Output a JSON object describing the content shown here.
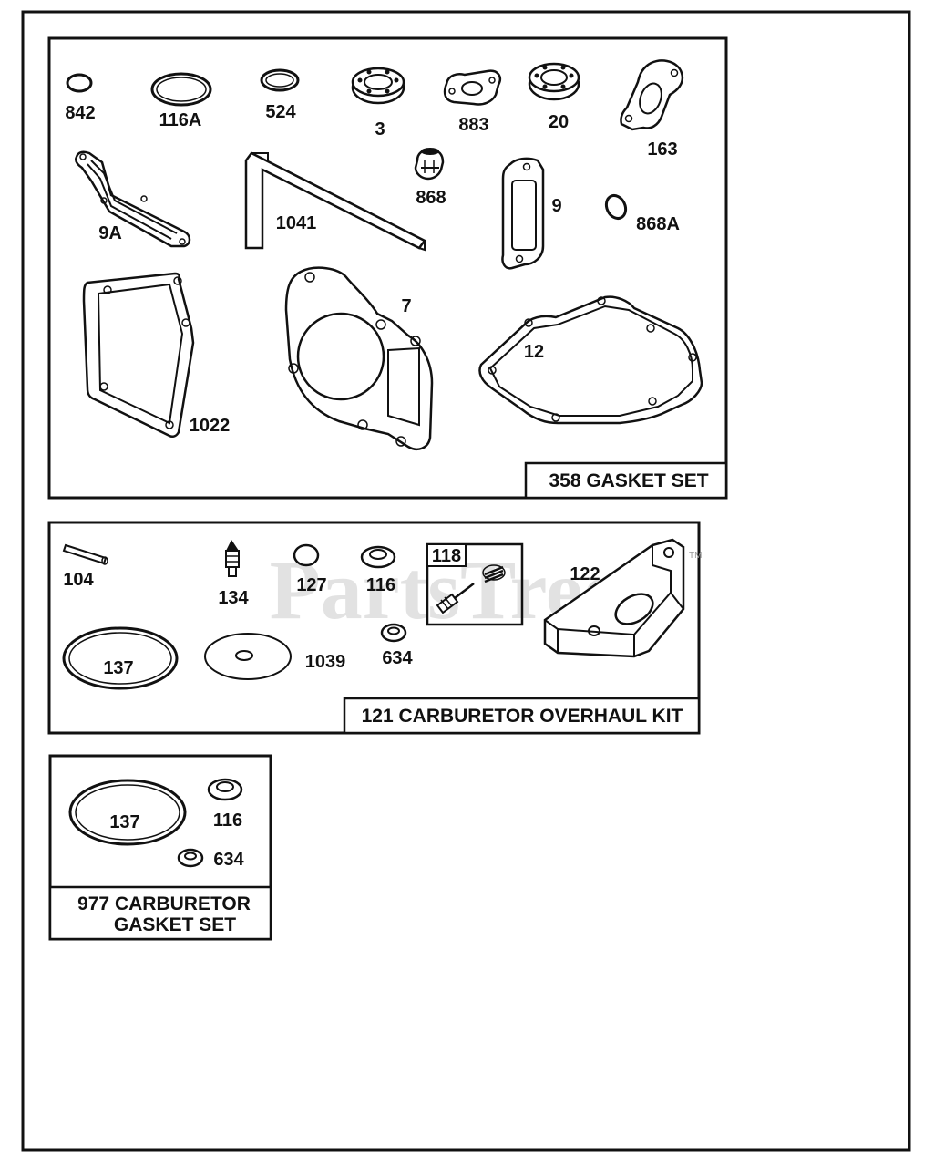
{
  "watermark": {
    "text": "PartsTree",
    "tm": "TM"
  },
  "gasket_set": {
    "title": "358 GASKET SET",
    "parts": {
      "p842": "842",
      "p116A": "116A",
      "p524": "524",
      "p3": "3",
      "p883": "883",
      "p20": "20",
      "p163": "163",
      "p9A": "9A",
      "p1041": "1041",
      "p868": "868",
      "p9": "9",
      "p868A": "868A",
      "p1022": "1022",
      "p7": "7",
      "p12": "12"
    }
  },
  "overhaul_kit": {
    "title": "121 CARBURETOR OVERHAUL KIT",
    "parts": {
      "p104": "104",
      "p134": "134",
      "p127": "127",
      "p116": "116",
      "p118": "118",
      "p122": "122",
      "p137": "137",
      "p1039": "1039",
      "p634": "634"
    }
  },
  "carb_gasket_set": {
    "title_line1": "977 CARBURETOR",
    "title_line2": "GASKET SET",
    "parts": {
      "p137": "137",
      "p116": "116",
      "p634": "634"
    }
  }
}
